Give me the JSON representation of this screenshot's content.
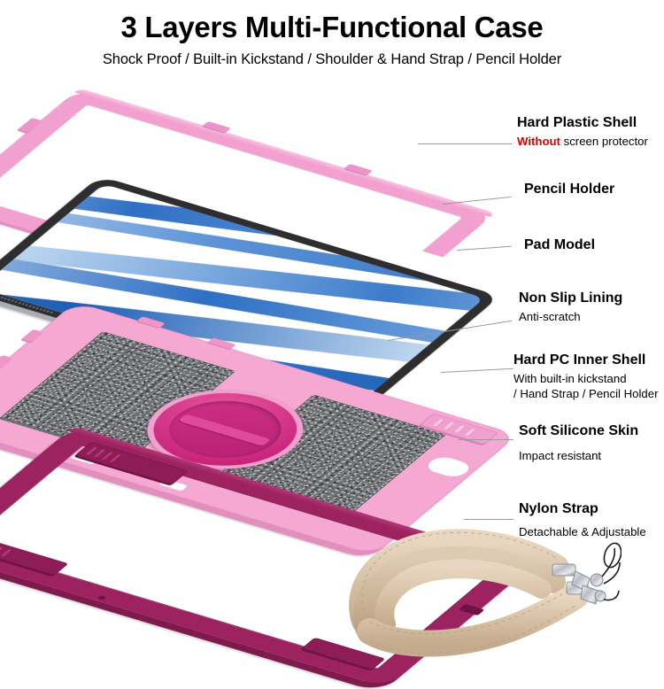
{
  "header": {
    "title": "3 Layers Multi-Functional Case",
    "subtitle": "Shock Proof / Built-in Kickstand / Shoulder & Hand Strap / Pencil Holder"
  },
  "annotations": [
    {
      "id": "hard-plastic-shell",
      "title": "Hard Plastic Shell",
      "sub_emphasis": "Without",
      "sub_rest": " screen protector",
      "emphasis_color": "#e00000"
    },
    {
      "id": "pencil-holder",
      "title": "Pencil Holder",
      "sub": ""
    },
    {
      "id": "pad-model",
      "title": "Pad Model",
      "sub": ""
    },
    {
      "id": "non-slip-lining",
      "title": "Non Slip Lining",
      "sub": "Anti-scratch"
    },
    {
      "id": "hard-pc-inner-shell",
      "title": "Hard PC Inner Shell",
      "sub": "With built-in kickstand",
      "sub2": "/ Hand Strap / Pencil Holder"
    },
    {
      "id": "soft-silicone-skin",
      "title": "Soft Silicone Skin",
      "sub": "Impact resistant"
    },
    {
      "id": "nylon-strap",
      "title": "Nylon Strap",
      "sub": "Detachable & Adjustable"
    }
  ],
  "colors": {
    "light_pink": "#f2a0cf",
    "mid_pink": "#f5a8d2",
    "magenta_rotor": "#c8237a",
    "wine_silicone": "#9c2260",
    "grip_gray": "#6e6f72",
    "tablet_bezel": "#2e2e31",
    "tablet_edge": "#a9adb3",
    "screen_blue": "#2f6fc4",
    "strap_beige": "#d9c3a8",
    "metal_silver": "#c8cbd0",
    "leader_line": "#9a9a9a",
    "emphasis_red": "#e00000"
  },
  "product_layers": [
    "Hard Plastic Shell",
    "Pad Model",
    "Hard PC Inner Shell",
    "Soft Silicone Skin",
    "Nylon Strap"
  ]
}
